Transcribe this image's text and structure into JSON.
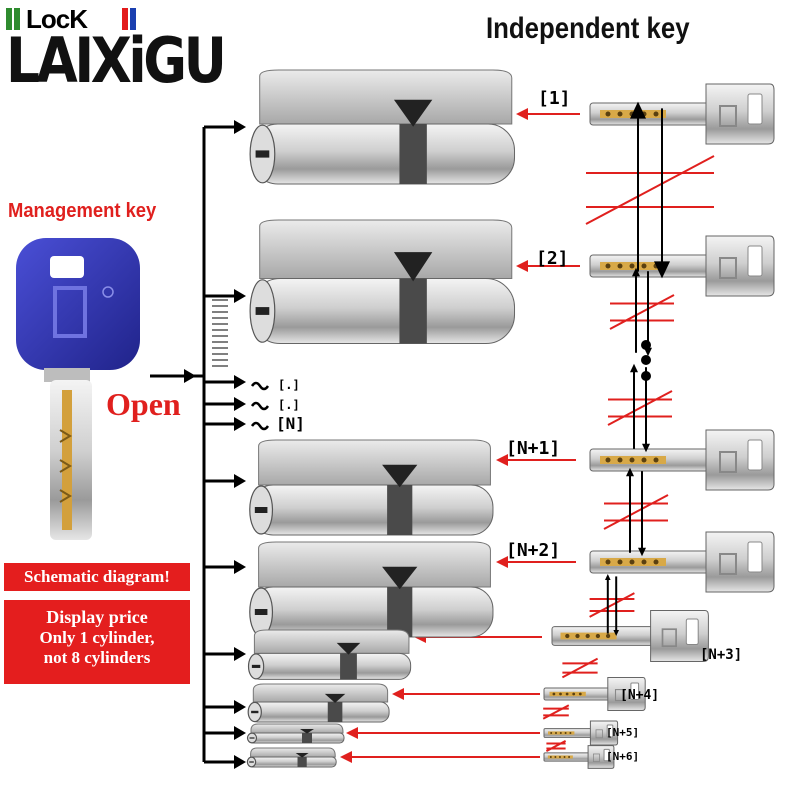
{
  "logo": {
    "top_text": "LocK",
    "main_text": "LAIXiGU",
    "bar_colors": [
      "#2e8b2e",
      "#ffffff",
      "#e31b1b",
      "#1a3fb0"
    ]
  },
  "header": {
    "title": "Independent key"
  },
  "management": {
    "label": "Management key",
    "key_color": "#2b2fa6"
  },
  "open_label": "Open",
  "schematic_label": "Schematic diagram!",
  "price_box": {
    "line1": "Display price",
    "line2": "Only 1 cylinder,",
    "line3": "not 8 cylinders"
  },
  "branch_labels": [
    "[.]",
    "[.]",
    "[N]"
  ],
  "key_labels": [
    "[1]",
    "[2]",
    "[N+1]",
    "[N+2]",
    "[N+3]",
    "[N+4]",
    "[N+5]",
    "[N+6]"
  ],
  "colors": {
    "accent_red": "#e0201e",
    "metal": "#c9c9c9",
    "brass": "#d8a948"
  }
}
